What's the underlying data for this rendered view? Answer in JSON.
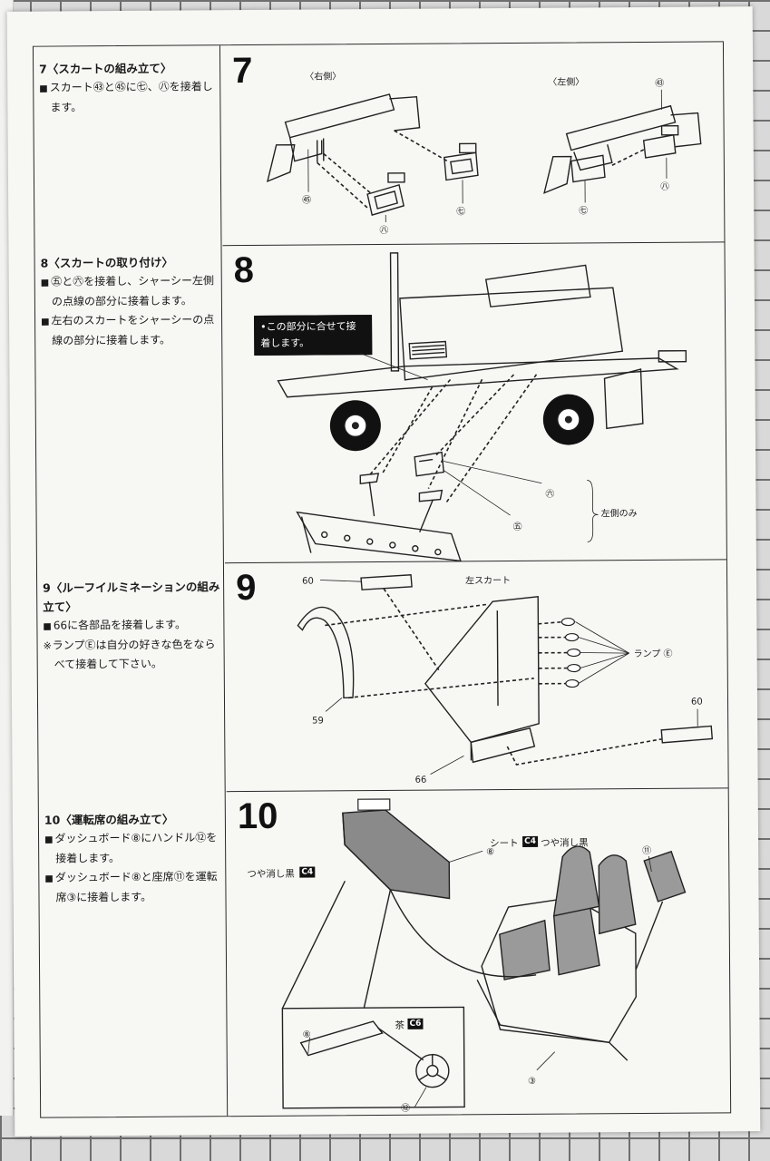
{
  "steps": [
    {
      "title": "7〈スカートの組み立て〉",
      "lines": [
        {
          "kind": "bullet",
          "text": "スカート㊸と㊺に㊆、㊇を接着します。"
        }
      ],
      "number": "7",
      "labels": {
        "right_side": "〈右側〉",
        "left_side": "〈左側〉"
      },
      "parts": [
        "㊺",
        "㊇",
        "㊆",
        "㊸",
        "㊆",
        "㊇"
      ]
    },
    {
      "title": "8〈スカートの取り付け〉",
      "lines": [
        {
          "kind": "bullet",
          "text": "㊄と㊅を接着し、シャーシー左側の点線の部分に接着します。"
        },
        {
          "kind": "bullet",
          "text": "左右のスカートをシャーシーの点線の部分に接着します。"
        }
      ],
      "number": "8",
      "callout": "•この部分に合せて接着します。",
      "parts": [
        "㊅",
        "㊄"
      ],
      "labels": {
        "left_only": "左側のみ",
        "left_skirt": "左スカート"
      }
    },
    {
      "title": "9〈ルーフイルミネーションの組み立て〉",
      "lines": [
        {
          "kind": "bullet",
          "text": "66に各部品を接着します。"
        },
        {
          "kind": "note",
          "text": "ランプⒺは自分の好きな色をならべて接着して下さい。"
        }
      ],
      "number": "9",
      "parts": [
        "60",
        "59",
        "66",
        "60"
      ],
      "labels": {
        "lamp": "ランプ Ⓔ"
      }
    },
    {
      "title": "10〈運転席の組み立て〉",
      "lines": [
        {
          "kind": "bullet",
          "text": "ダッシュボード⑧にハンドル⑫を接着します。"
        },
        {
          "kind": "bullet",
          "text": "ダッシュボード⑧と座席⑪を運転席③に接着します。"
        }
      ],
      "number": "10",
      "parts": [
        "⑧",
        "⑪",
        "⑧",
        "③",
        "⑫"
      ],
      "labels": {
        "matte_black": "つや消し黒",
        "seat": "シート",
        "seat_matte": "つや消し黒",
        "brown": "茶"
      },
      "paint_codes": {
        "c4": "C4",
        "c6": "C6"
      }
    }
  ]
}
